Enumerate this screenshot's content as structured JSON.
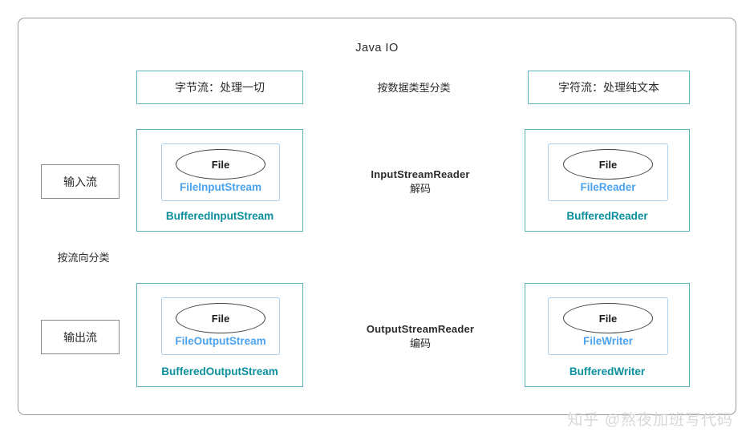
{
  "diagram": {
    "title": "Java IO",
    "watermark": "知乎 @熬夜加班写代码",
    "colors": {
      "frame_border": "#9a9a9a",
      "group_border": "#57b3b8",
      "inner_border": "#aacdea",
      "classification_border": "#63b8bd",
      "direction_border": "#8a8a8a",
      "group_label_text": "#0b8f9c",
      "sub_label_text": "#4ba3ee",
      "connector": "#7b7b7b",
      "watermark_text": "#d8d8d8"
    }
  },
  "classification": {
    "byte_stream": "字节流：处理一切",
    "char_stream": "字符流：处理纯文本",
    "by_data_type": "按数据类型分类",
    "by_flow_direction": "按流向分类"
  },
  "direction_nodes": {
    "input": "输入流",
    "output": "输出流"
  },
  "groups": [
    {
      "id": "bis",
      "group_label": "BufferedInputStream",
      "inner_label": "FileInputStream",
      "ellipse_label": "File"
    },
    {
      "id": "br",
      "group_label": "BufferedReader",
      "inner_label": "FileReader",
      "ellipse_label": "File"
    },
    {
      "id": "bos",
      "group_label": "BufferedOutputStream",
      "inner_label": "FileOutputStream",
      "ellipse_label": "File"
    },
    {
      "id": "bw",
      "group_label": "BufferedWriter",
      "inner_label": "FileWriter",
      "ellipse_label": "File"
    }
  ],
  "edges": {
    "top_link_label": "按数据类型分类",
    "vertical_link_label": "按流向分类",
    "decode": {
      "en": "InputStreamReader",
      "cn": "解码"
    },
    "encode": {
      "en": "OutputStreamReader",
      "cn": "编码"
    }
  }
}
